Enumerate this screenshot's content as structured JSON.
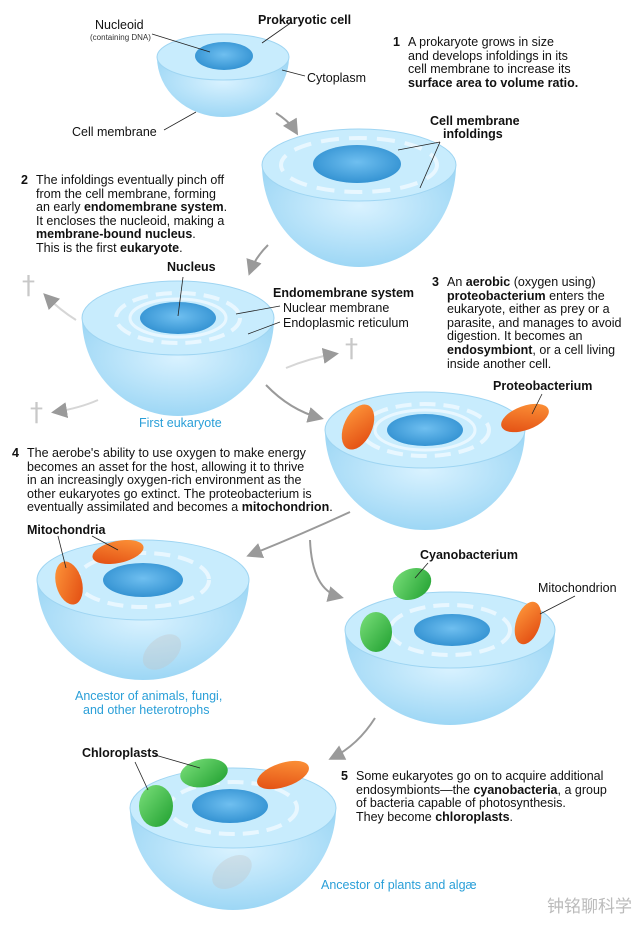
{
  "labels": {
    "nucleoid": "Nucleoid",
    "containing_dna": "(containing DNA)",
    "prokaryotic_cell": "Prokaryotic cell",
    "cytoplasm": "Cytoplasm",
    "cell_membrane": "Cell membrane",
    "infoldings_1": "Cell membrane",
    "infoldings_2": "infoldings",
    "nucleus": "Nucleus",
    "endomembrane_system": "Endomembrane system",
    "nuclear_membrane": "Nuclear membrane",
    "endoplasmic_reticulum": "Endoplasmic reticulum",
    "first_eukaryote": "First eukaryote",
    "proteobacterium": "Proteobacterium",
    "mitochondria": "Mitochondria",
    "cyanobacterium": "Cyanobacterium",
    "mitochondrion": "Mitochondrion",
    "ancestor_animals_1": "Ancestor of animals, fungi,",
    "ancestor_animals_2": "and other heterotrophs",
    "chloroplasts": "Chloroplasts",
    "ancestor_plants": "Ancestor of plants and algæ"
  },
  "steps": {
    "s1": {
      "num": "1",
      "l1": "A prokaryote grows in size",
      "l2": "and develops infoldings in its",
      "l3": "cell membrane to increase its",
      "l4": "surface area to volume ratio."
    },
    "s2": {
      "num": "2",
      "l1": "The infoldings eventually pinch off",
      "l2": "from the cell membrane, forming",
      "l3a": "an early ",
      "l3b": "endomembrane system",
      "l4": "It encloses the nucleoid, making a",
      "l5a": "membrane-bound nucleus",
      "l5b": ".",
      "l6a": "This is the first ",
      "l6b": "eukaryote"
    },
    "s3": {
      "num": "3",
      "l1a": "An ",
      "l1b": "aerobic",
      "l1c": " (oxygen using)",
      "l2a": "proteobacterium",
      "l2b": " enters the",
      "l3": "eukaryote, either as prey or a",
      "l4": "parasite, and manages to avoid",
      "l5": "digestion. It becomes an",
      "l6a": "endosymbiont",
      "l6b": ", or a cell living",
      "l7": "inside another cell."
    },
    "s4": {
      "num": "4",
      "l1": "The aerobe's ability to use oxygen to make energy",
      "l2": "becomes an asset for the host, allowing it to thrive",
      "l3": "in an increasingly oxygen-rich environment as the",
      "l4": "other eukaryotes go extinct. The proteobacterium is",
      "l5a": "eventually assimilated and becomes a ",
      "l5b": "mitochondrion"
    },
    "s5": {
      "num": "5",
      "l1": "Some eukaryotes go on to acquire additional",
      "l2a": "endosymbionts—the ",
      "l2b": "cyanobacteria",
      "l2c": ", a group",
      "l3": "of bacteria capable of photosynthesis.",
      "l4a": "They become ",
      "l4b": "chloroplasts"
    }
  },
  "symbols": {
    "dagger": "†",
    "period": "."
  },
  "watermark": "钟铭聊科学",
  "colors": {
    "cytoplasm": "#bfe6fa",
    "nucleus": "#4fa8df",
    "label_blue": "#2a9fd8",
    "mitochondria": "#f06a1f",
    "chloroplast": "#3fbf3f"
  }
}
